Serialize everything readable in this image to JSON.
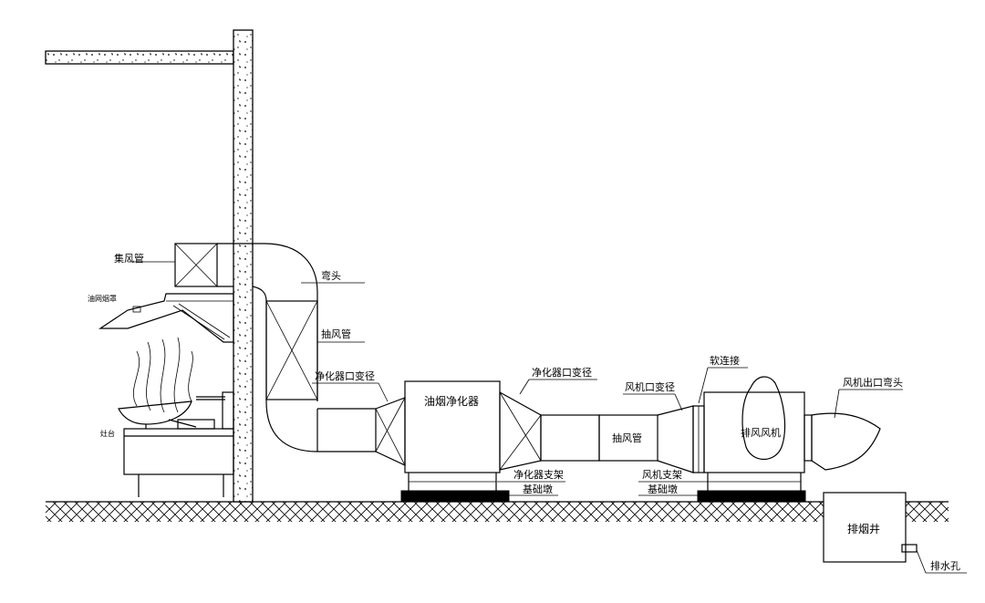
{
  "labels": {
    "collect_duct": "集风管",
    "oil_hood": "油网烟罩",
    "stove": "灶台",
    "elbow": "弯头",
    "suction_duct_top": "抽风管",
    "purifier_reducer_left": "净化器口变径",
    "purifier": "油烟净化器",
    "purifier_reducer_right": "净化器口变径",
    "suction_duct_mid": "抽风管",
    "fan_reducer": "风机口变径",
    "soft_connection": "软连接",
    "fan": "排风风机",
    "fan_outlet_elbow": "风机出口弯头",
    "purifier_bracket": "净化器支架",
    "foundation_left": "基础墩",
    "fan_bracket": "风机支架",
    "foundation_right": "基础墩",
    "smoke_well": "排烟井",
    "drain_hole": "排水孔"
  }
}
